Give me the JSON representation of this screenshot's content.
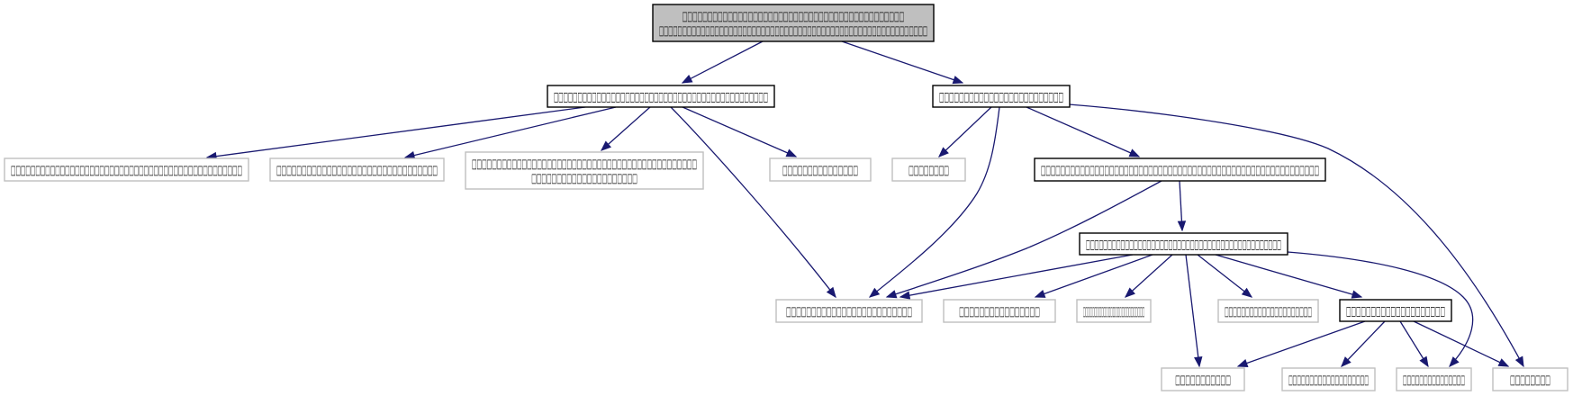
{
  "graph": {
    "edge_color": "#191970",
    "node_border_color": "#000000",
    "external_node_border_color": "#bfbfbf",
    "root_fill_color": "#bfbfbf",
    "nodes": [
      {
        "id": "n0",
        "kind": "root",
        "lines": [
          "□□□□□□□□□□□□□□□□□□□□□□□□□□□□□□□□□□□□□□□□□□□□",
          "□□□□□□□□□□□□□□□□□□□□□□□□□□□□□□□□□□□□□□□□□□□□□□□□□□□□□□□□□□"
        ]
      },
      {
        "id": "n1",
        "kind": "file",
        "lines": [
          "□□□□□□□□□□□□□□□□□□□□□□□□□□□□□□□□□□□□□□□□□□□□□"
        ]
      },
      {
        "id": "n2",
        "kind": "file",
        "lines": [
          "□□□□□□□□□□□□□□□□□□□□□□□□□"
        ]
      },
      {
        "id": "n3",
        "kind": "external",
        "lines": [
          "□□□□□□□□□□□□□□□□□□□□□□□□□□□□□□□□□□□□□□□□□□□□□□□"
        ]
      },
      {
        "id": "n4",
        "kind": "external",
        "lines": [
          "□□□□□□□□□□□□□□□□□□□□□□□□□□□□□□□□"
        ]
      },
      {
        "id": "n5",
        "kind": "external",
        "lines": [
          "□□□□□□□□□□□□□□□□□□□□□□□□□□□□□□□□□□□□□□□□□□□□□",
          "□□□□□□□□□□□□□□□□□□□□□"
        ]
      },
      {
        "id": "n6",
        "kind": "external",
        "lines": [
          "□□□□□□□□□□□□□□□"
        ]
      },
      {
        "id": "n7",
        "kind": "external",
        "lines": [
          "□□□□□□□□□□□□□□□□□□□□□□□□□"
        ]
      },
      {
        "id": "n8",
        "kind": "external",
        "lines": [
          "□□□□□□□□"
        ]
      },
      {
        "id": "n9",
        "kind": "file",
        "lines": [
          "□□□□□□□□□□□□□□□□□□□□□□□□□□□□□□□□□□□□□□□□□□□□□□□□□□□□□□□□□"
        ]
      },
      {
        "id": "n10",
        "kind": "external",
        "lines": [
          "□□□□□□□□"
        ]
      },
      {
        "id": "n11",
        "kind": "file",
        "lines": [
          "□□□□□□□□□□□□□□□□□□□□□□□□□□□□□□□□□□□□□□□□□□□□□"
        ]
      },
      {
        "id": "n12",
        "kind": "external",
        "lines": [
          "□□□□□□□□□□□□□□□□"
        ]
      },
      {
        "id": "n13",
        "kind": "external",
        "lines": [
          "□□□□□□□□□□□□□□□□□□□□□□□□□□□"
        ]
      },
      {
        "id": "n14",
        "kind": "external",
        "lines": [
          "□□□□□□□□□□□□□□□□□□□□□"
        ]
      },
      {
        "id": "n15",
        "kind": "external",
        "lines": [
          "□□□□□□□□□□□"
        ]
      },
      {
        "id": "n16",
        "kind": "external",
        "lines": [
          "□□□□□□□□□□□□□□□□□□□"
        ]
      },
      {
        "id": "n17",
        "kind": "file",
        "lines": [
          "□□□□□□□□□□□□□□□□□□□□"
        ]
      },
      {
        "id": "n18",
        "kind": "external",
        "lines": [
          "□□□□□□□□□□□□□□□"
        ]
      },
      {
        "id": "n19",
        "kind": "external",
        "lines": [
          "□□□□□□□□□□□□□□□□"
        ]
      },
      {
        "id": "n20",
        "kind": "external",
        "lines": [
          "□□□□□□□□□□□□□"
        ]
      },
      {
        "id": "n21",
        "kind": "external",
        "lines": [
          "□□□□□□□□□□□□□"
        ]
      }
    ],
    "edges": [
      [
        "n0",
        "n1"
      ],
      [
        "n0",
        "n2"
      ],
      [
        "n1",
        "n3"
      ],
      [
        "n1",
        "n4"
      ],
      [
        "n1",
        "n5"
      ],
      [
        "n1",
        "n6"
      ],
      [
        "n1",
        "n7"
      ],
      [
        "n2",
        "n8"
      ],
      [
        "n2",
        "n7"
      ],
      [
        "n2",
        "n9"
      ],
      [
        "n2",
        "n10"
      ],
      [
        "n9",
        "n7"
      ],
      [
        "n9",
        "n11"
      ],
      [
        "n11",
        "n7"
      ],
      [
        "n11",
        "n12"
      ],
      [
        "n11",
        "n13"
      ],
      [
        "n11",
        "n14"
      ],
      [
        "n11",
        "n15"
      ],
      [
        "n11",
        "n16"
      ],
      [
        "n11",
        "n17"
      ],
      [
        "n17",
        "n15"
      ],
      [
        "n17",
        "n18"
      ],
      [
        "n17",
        "n19"
      ],
      [
        "n17",
        "n10"
      ]
    ]
  }
}
